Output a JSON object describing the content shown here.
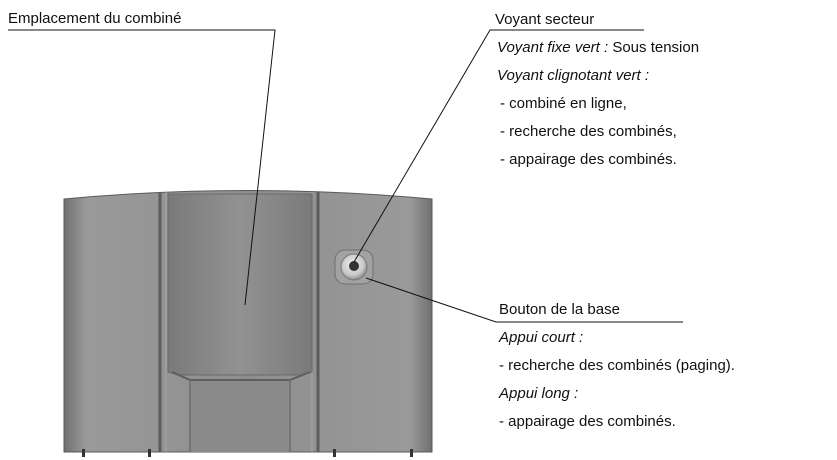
{
  "handset_location": {
    "label": "Emplacement du combiné"
  },
  "power_led": {
    "title": "Voyant secteur",
    "steady_label": "Voyant fixe vert :",
    "steady_text": " Sous tension",
    "blink_label": "Voyant clignotant vert :",
    "blink_items": [
      "- combiné en ligne,",
      "- recherche des combinés,",
      "- appairage des combinés."
    ]
  },
  "base_button": {
    "title": "Bouton de la base",
    "short_label": "Appui court :",
    "short_item": "- recherche des combinés (paging).",
    "long_label": "Appui long :",
    "long_item": "- appairage des combinés."
  },
  "colors": {
    "body": "#8e8e8e",
    "body_dark": "#6a6a6a",
    "body_light": "#a8a8a8",
    "line": "#111111"
  }
}
